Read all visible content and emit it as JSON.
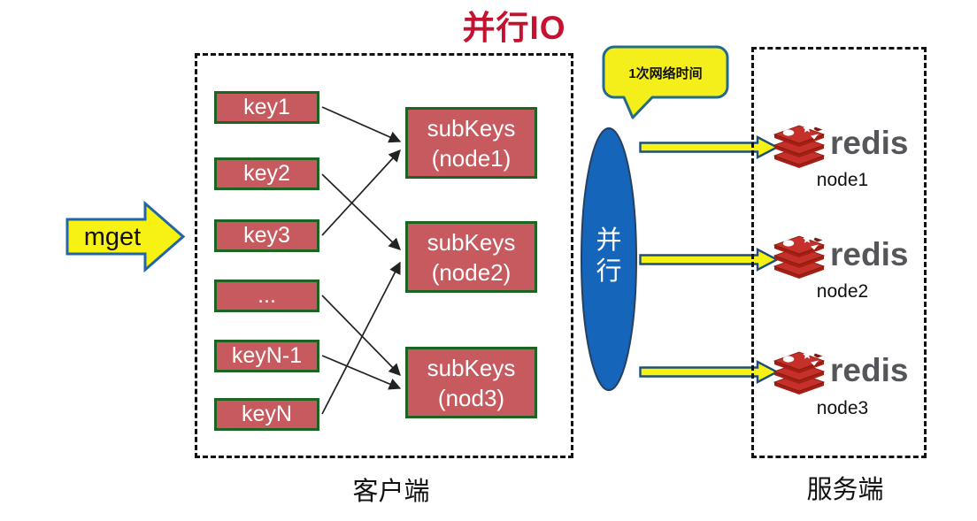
{
  "diagram": {
    "title": "并行IO",
    "mget_label": "mget",
    "bubble_label": "1次网络时间",
    "parallel_top": "并",
    "parallel_bottom": "行",
    "client_label": "客户端",
    "server_label": "服务端",
    "keys": [
      "key1",
      "key2",
      "key3",
      "...",
      "keyN-1",
      "keyN"
    ],
    "subkey_groups": [
      {
        "line1": "subKeys",
        "line2": "(node1)"
      },
      {
        "line1": "subKeys",
        "line2": "(node2)"
      },
      {
        "line1": "subKeys",
        "line2": "(nod3)"
      }
    ],
    "redis_nodes": [
      {
        "brand": "redis",
        "node": "node1"
      },
      {
        "brand": "redis",
        "node": "node2"
      },
      {
        "brand": "redis",
        "node": "node3"
      }
    ],
    "connections": [
      {
        "from": "key1",
        "to": "subKeys(node1)"
      },
      {
        "from": "key2",
        "to": "subKeys(node2)"
      },
      {
        "from": "key3",
        "to": "subKeys(node1)"
      },
      {
        "from": "...",
        "to": "subKeys(nod3)"
      },
      {
        "from": "keyN-1",
        "to": "subKeys(nod3)"
      },
      {
        "from": "keyN",
        "to": "subKeys(node2)"
      }
    ],
    "colors": {
      "title_red": "#c41230",
      "box_fill": "#c65a5e",
      "box_border": "#1d6322",
      "arrow_yellow": "#f7f212",
      "arrow_border_blue": "#1f4e79",
      "bubble_border": "#236b8a",
      "ellipse_blue": "#1565bb",
      "redis_red": "#c6302b",
      "redis_dark_red": "#a41e11",
      "wordmark_gray": "#55565a"
    }
  }
}
